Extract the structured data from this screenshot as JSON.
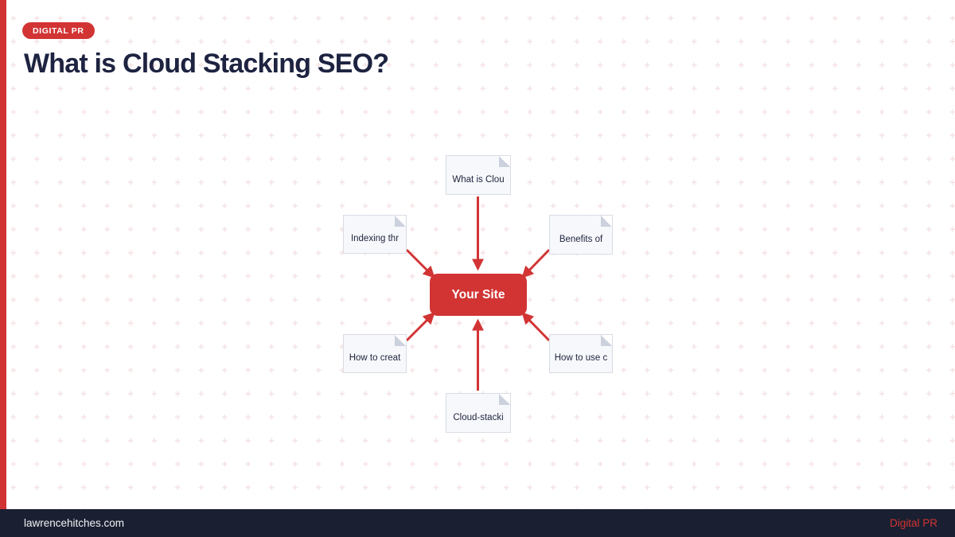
{
  "badge": {
    "label": "DIGITAL PR"
  },
  "title": "What is Cloud Stacking SEO?",
  "diagram": {
    "center": {
      "label": "Your Site"
    },
    "documents": [
      {
        "position": "top",
        "label": "What is Clou"
      },
      {
        "position": "top-left",
        "label": "Indexing thr"
      },
      {
        "position": "top-right",
        "label": "Benefits of"
      },
      {
        "position": "bottom-left",
        "label": "How to creat"
      },
      {
        "position": "bottom-right",
        "label": "How to use c"
      },
      {
        "position": "bottom",
        "label": "Cloud-stacki"
      }
    ],
    "edges_direction": "each document node has a red arrow pointing into the central Your Site node"
  },
  "footer": {
    "site": "lawrencehitches.com",
    "brand": "Digital PR"
  },
  "colors": {
    "accent_red": "#d23434",
    "navy_text": "#1d2340",
    "footer_bg": "#1a1f31",
    "doc_bg": "#f7f8fb",
    "doc_border": "#d9dce5",
    "dot_pattern": "#f6e5e6"
  }
}
